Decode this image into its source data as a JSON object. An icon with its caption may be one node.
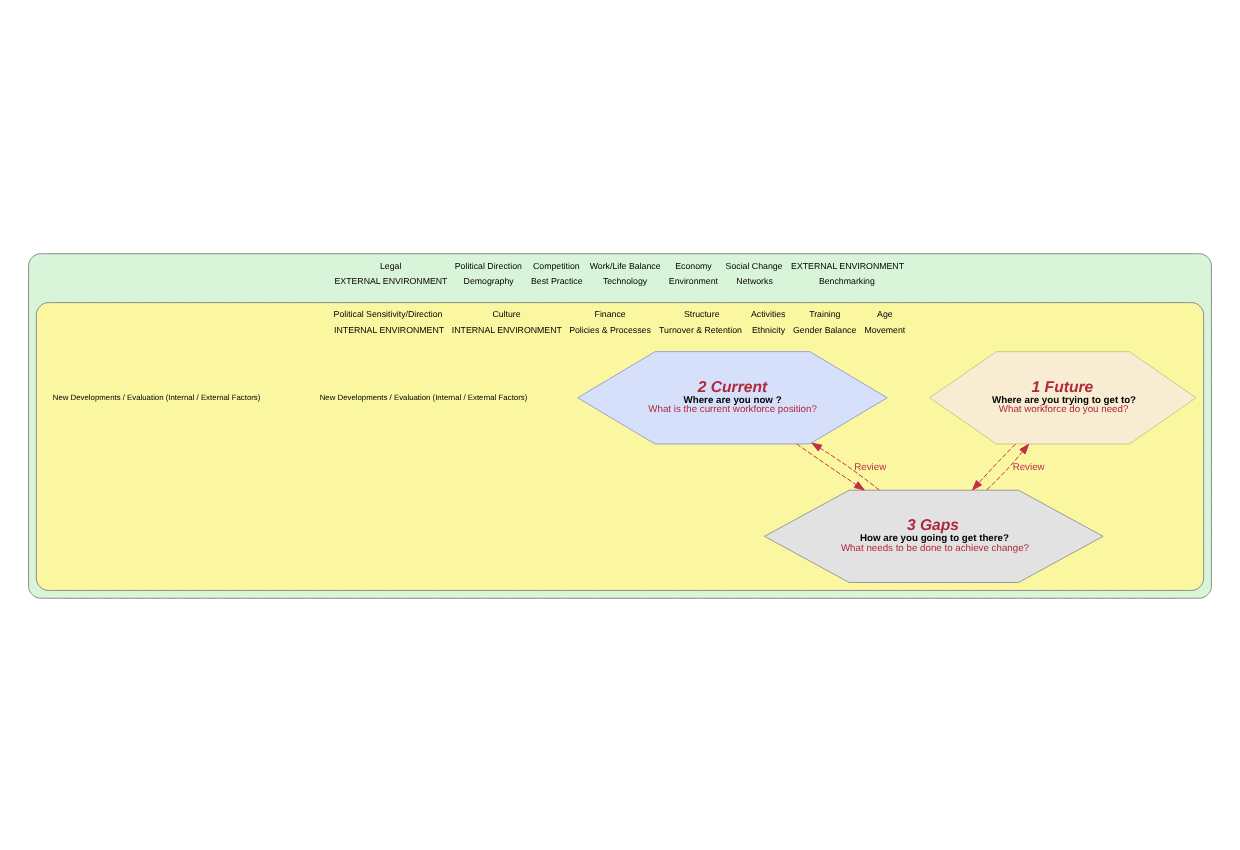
{
  "diagram": {
    "nodes": [
      {
        "text": [
          "Legal",
          "Political Direction",
          "Competition",
          "Work/Life Balance",
          "Economy",
          "Social Change",
          "EXTERNAL ENVIRONMENT",
          "EXTERNAL ENVIRONMENT",
          "Demography",
          "Best Practice",
          "Technology",
          "Environment",
          "Networks",
          "Benchmarking"
        ]
      },
      {
        "text": [
          "Political Sensitivity/Direction",
          "Culture",
          "Finance",
          "Structure",
          "Activities",
          "Training",
          "Age",
          "INTERNAL ENVIRONMENT",
          "INTERNAL ENVIRONMENT",
          "Policies & Processes",
          "Turnover & Retention",
          "Ethnicity",
          "Gender Balance",
          "Movement"
        ],
        "in": 0
      },
      {
        "text": [
          "1 Future",
          "Where are you trying to get to?",
          "What workforce do you need?"
        ],
        "in": 1
      },
      {
        "text": [
          "2 Current",
          "Where are you now ?",
          "What is the current workforce position?"
        ],
        "in": 1
      },
      {
        "text": [
          "3 Gaps",
          "How are you going to get there?",
          "What needs to be done to achieve change?"
        ],
        "in": 1
      }
    ],
    "edges": [
      {
        "from": 2,
        "to": 4,
        "arrow": "to",
        "style": "dashed"
      },
      {
        "from": 3,
        "to": 4,
        "arrow": "to",
        "style": "dashed"
      },
      {
        "from": 4,
        "to": 2,
        "arrow": "to",
        "style": "dashed",
        "label": "Review"
      },
      {
        "from": 4,
        "to": 3,
        "arrow": "to",
        "style": "dashed",
        "label": "Review"
      }
    ],
    "labels": [
      "New Developments / Evaluation (Internal / External Factors)",
      "New Developments / Evaluation (Internal / External Factors)"
    ]
  }
}
